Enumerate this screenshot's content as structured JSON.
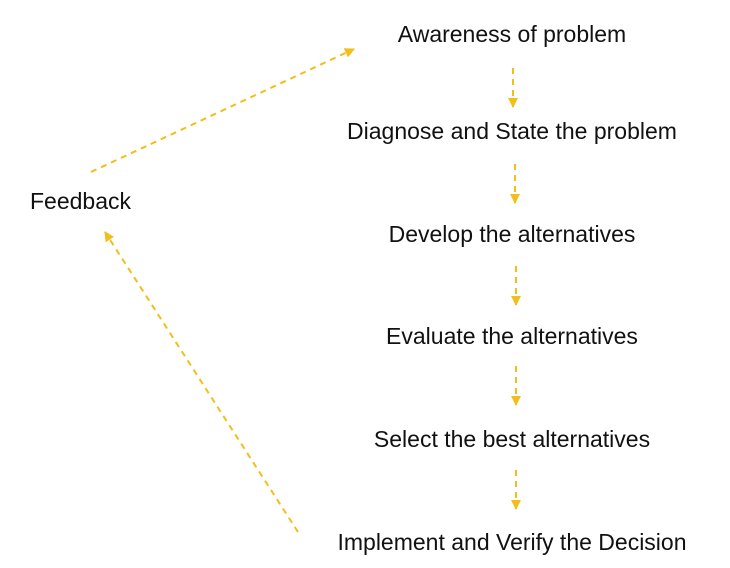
{
  "diagram": {
    "accent_color": "#F2BE1A",
    "text_color": "#111111",
    "steps": [
      "Awareness of problem",
      "Diagnose and State the problem",
      "Develop the alternatives",
      "Evaluate the alternatives",
      "Select the best alternatives",
      "Implement and Verify the Decision"
    ],
    "feedback_label": "Feedback"
  }
}
